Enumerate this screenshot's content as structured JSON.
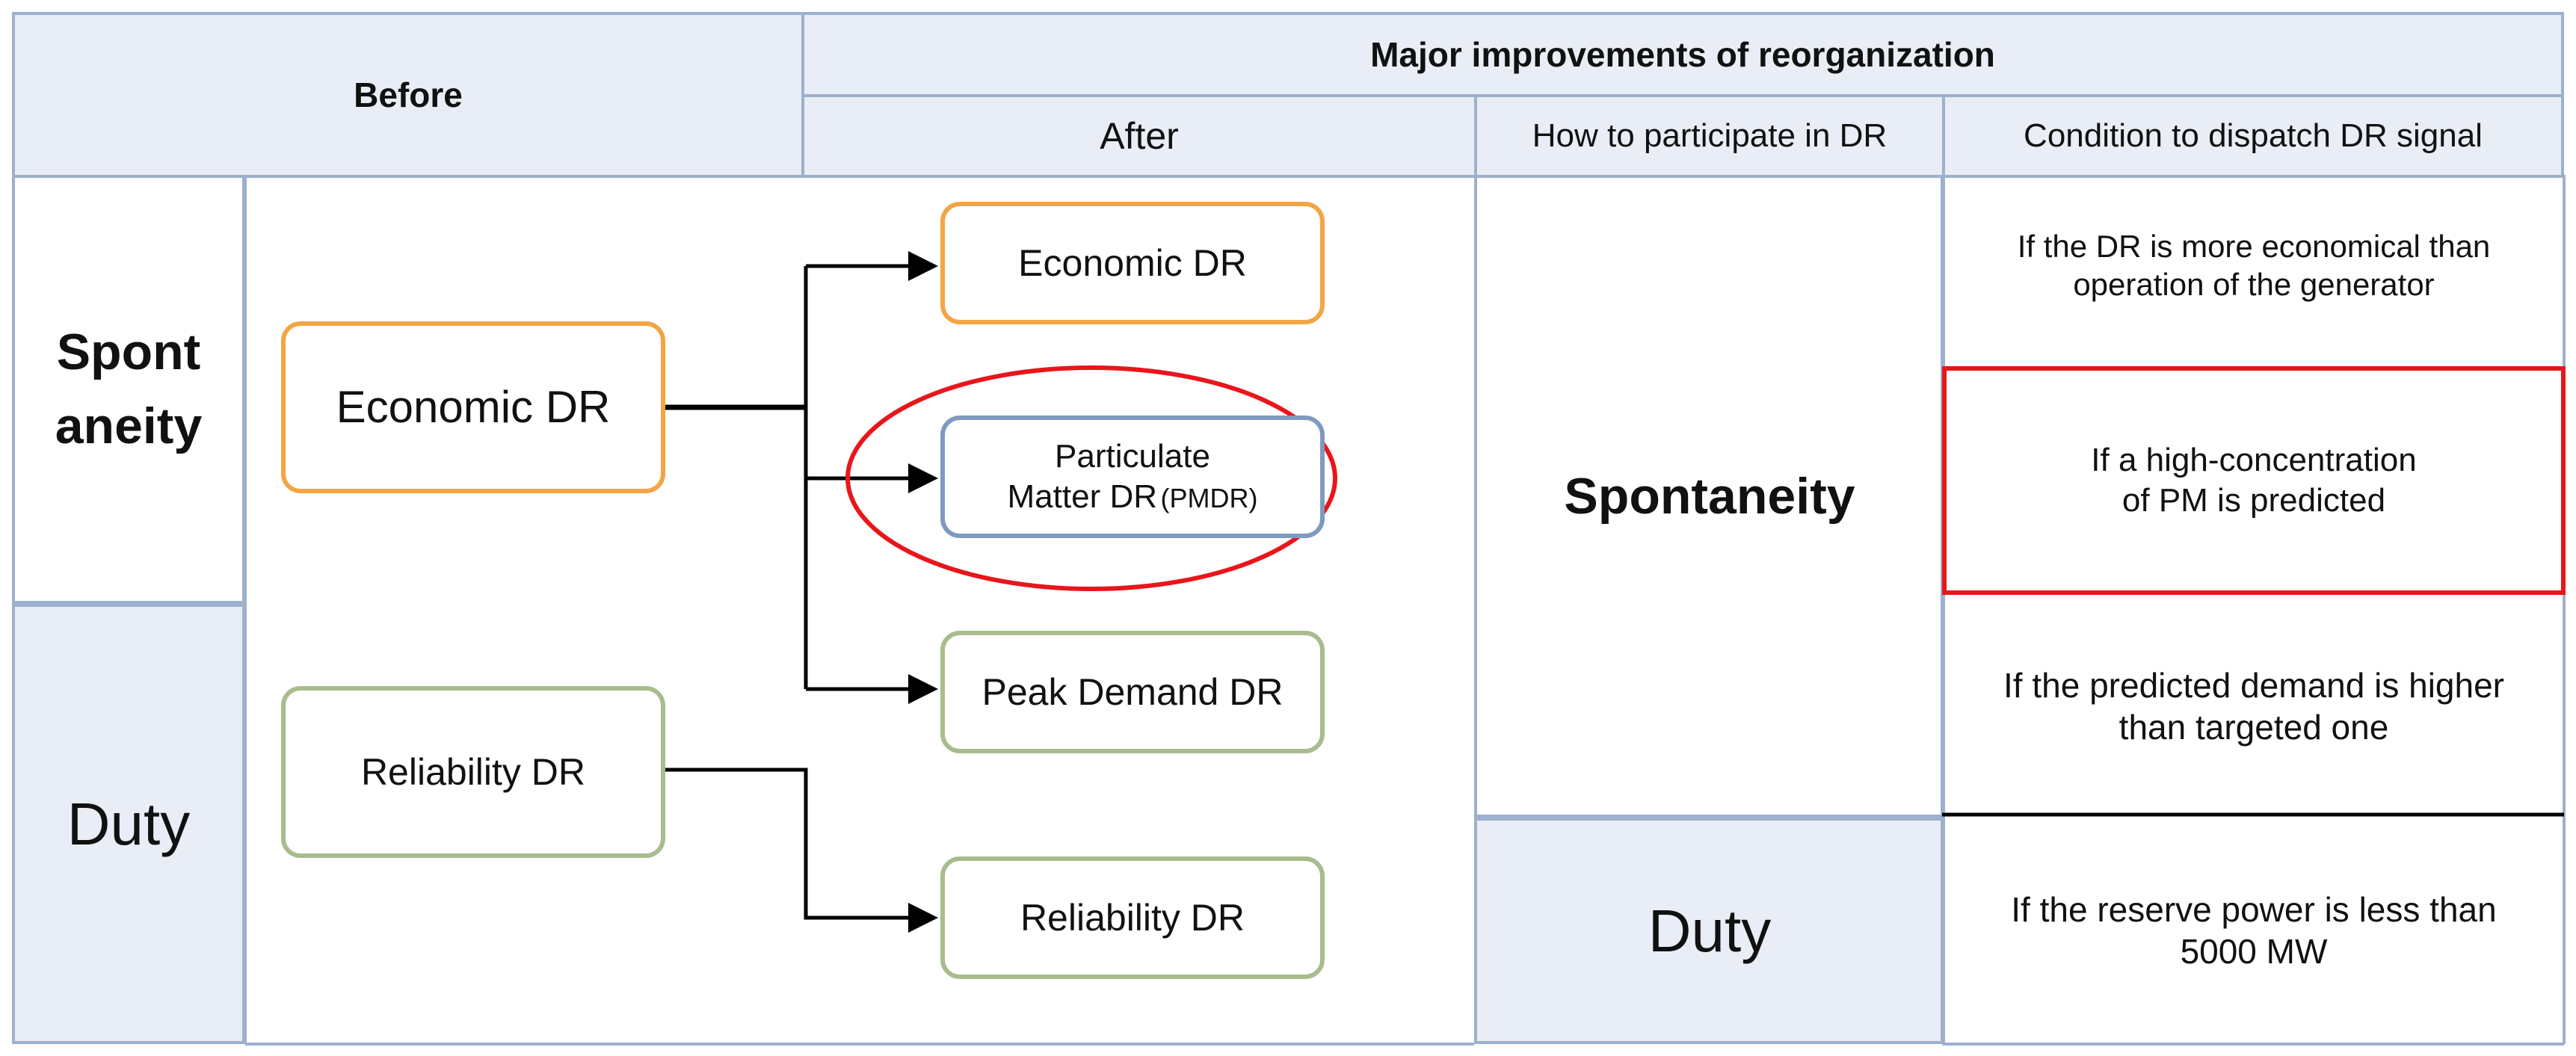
{
  "header": {
    "before": "Before",
    "major": "Major improvements of reorganization",
    "after": "After",
    "how": "How to participate in DR",
    "condition": "Condition to dispatch DR signal"
  },
  "before_column": {
    "spontaneity": "Spont\naneity",
    "duty": "Duty"
  },
  "before_boxes": {
    "economic": "Economic DR",
    "reliability": "Reliability DR"
  },
  "after_boxes": {
    "economic": "Economic DR",
    "pmdr_line1": "Particulate",
    "pmdr_line2": "Matter DR",
    "pmdr_suffix": "(PMDR)",
    "peak": "Peak Demand DR",
    "reliability": "Reliability DR"
  },
  "how_column": {
    "spontaneity": "Spontaneity",
    "duty": "Duty"
  },
  "conditions": [
    "If the DR is more economical than\noperation of the generator",
    "If a high-concentration\nof PM is predicted",
    "If the predicted demand is higher\nthan targeted one",
    "If the reserve power is less than\n5000 MW"
  ],
  "colors": {
    "cell_border": "#9DB0CC",
    "header_fill": "#E9EDF5",
    "economic_border": "#F3A545",
    "reliability_border": "#A8BC8E",
    "pmdr_border": "#7F9AC0",
    "highlight": "#E8161B"
  }
}
